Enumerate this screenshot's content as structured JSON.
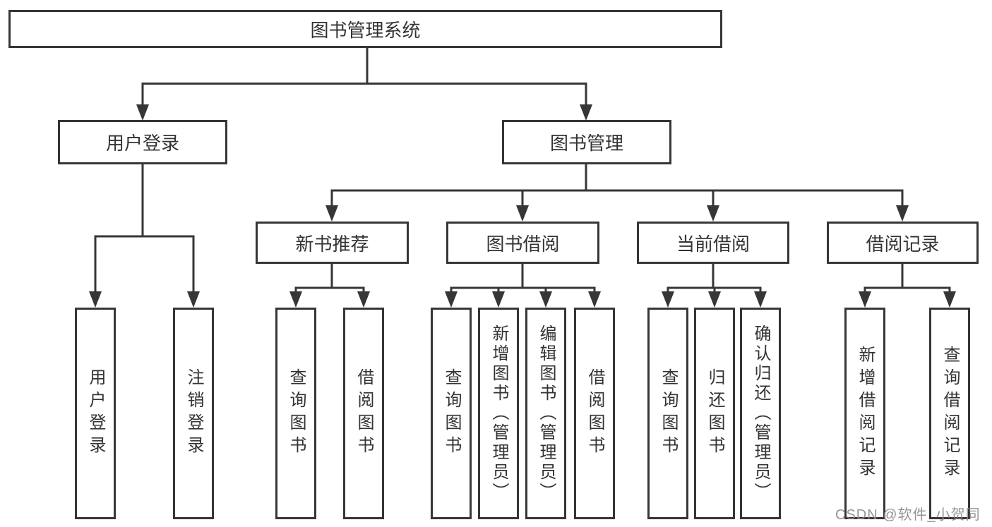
{
  "diagram": {
    "root": {
      "label": "图书管理系统"
    },
    "level1": {
      "user_login": {
        "label": "用户登录"
      },
      "book_mgmt": {
        "label": "图书管理"
      }
    },
    "level2": {
      "new_books": {
        "label": "新书推荐"
      },
      "book_borrow": {
        "label": "图书借阅"
      },
      "current_borrow": {
        "label": "当前借阅"
      },
      "borrow_records": {
        "label": "借阅记录"
      }
    },
    "leaves": {
      "user_login": [
        "用户登录",
        "注销登录"
      ],
      "new_books": [
        "查询图书",
        "借阅图书"
      ],
      "book_borrow": [
        "查询图书",
        "新增图书（管理员）",
        "编辑图书（管理员）",
        "借阅图书"
      ],
      "current_borrow": [
        "查询图书",
        "归还图书",
        "确认归还（管理员）"
      ],
      "borrow_records": [
        "新增借阅记录",
        "查询借阅记录"
      ]
    }
  },
  "watermark": {
    "text": "CSDN @软件_小贺同学"
  },
  "colors": {
    "line": "#363636",
    "text": "#333333",
    "watermark": "#8c8c8c",
    "background": "#ffffff"
  }
}
